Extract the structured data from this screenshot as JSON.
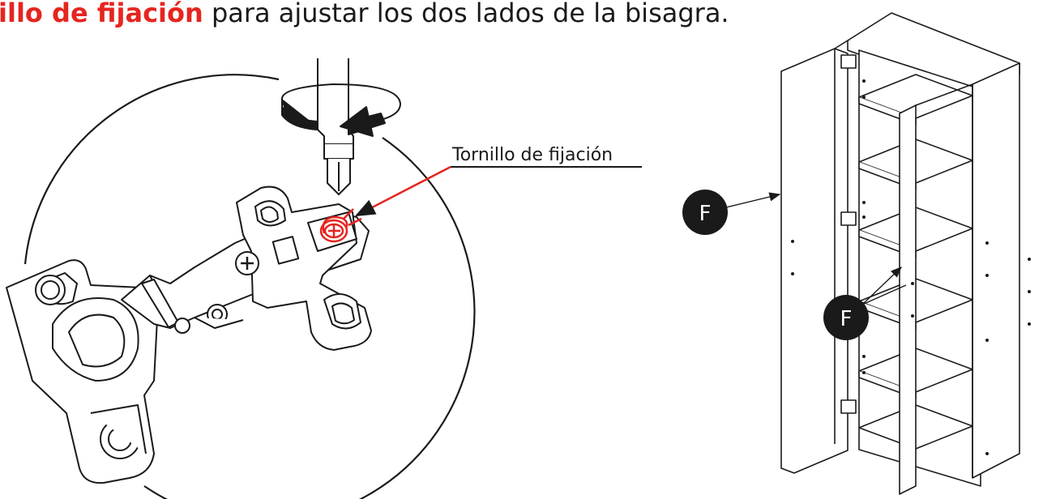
{
  "heading": {
    "emphasis": "illo de fijación",
    "rest": " para ajustar los dos lados de la bisagra.",
    "emphasis_color": "#e5251f"
  },
  "callout": {
    "label": "Tornillo de fijación",
    "color": "#e5251f"
  },
  "cabinet": {
    "badges": [
      "F",
      "F"
    ]
  }
}
